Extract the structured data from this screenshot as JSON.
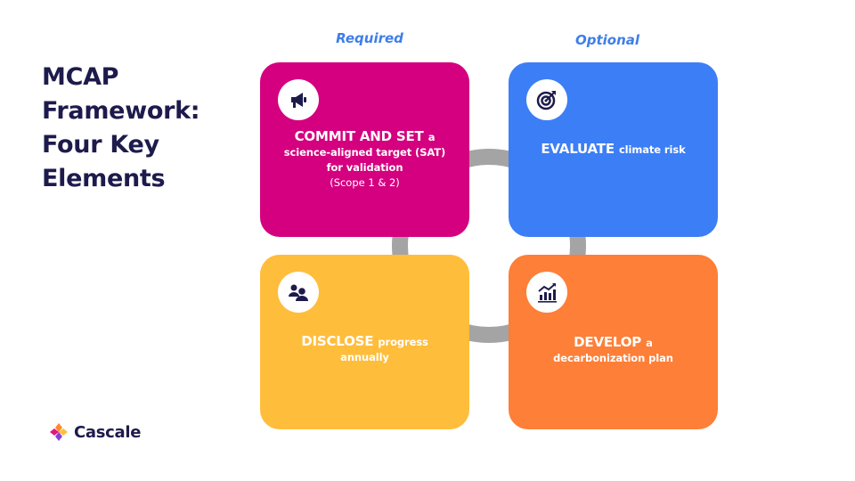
{
  "title": {
    "line1": "MCAP",
    "line2": "Framework:",
    "line3": "Four Key",
    "line4": "Elements"
  },
  "columns": {
    "required": "Required",
    "optional": "Optional"
  },
  "colors": {
    "commit": "#d4007f",
    "evaluate": "#3c7ef6",
    "disclose": "#ffbd3c",
    "develop": "#fd7f38",
    "ring": "#a4a4a4",
    "title": "#1d1b4c",
    "label": "#3f7ee8"
  },
  "cards": {
    "commit": {
      "icon": "megaphone-icon",
      "bold": "COMMIT AND SET",
      "connector": "a",
      "line2": "science-aligned target (SAT)",
      "line3": "for validation",
      "note": "(Scope 1 & 2)"
    },
    "evaluate": {
      "icon": "target-icon",
      "bold": "EVALUATE",
      "rest": "climate risk"
    },
    "disclose": {
      "icon": "people-icon",
      "bold": "DISCLOSE",
      "rest": "progress",
      "line2": "annually"
    },
    "develop": {
      "icon": "growth-chart-icon",
      "bold": "DEVELOP",
      "rest": "a",
      "line2": "decarbonization plan"
    }
  },
  "brand": {
    "name": "Cascale",
    "icon": "cascale-logo-icon"
  }
}
